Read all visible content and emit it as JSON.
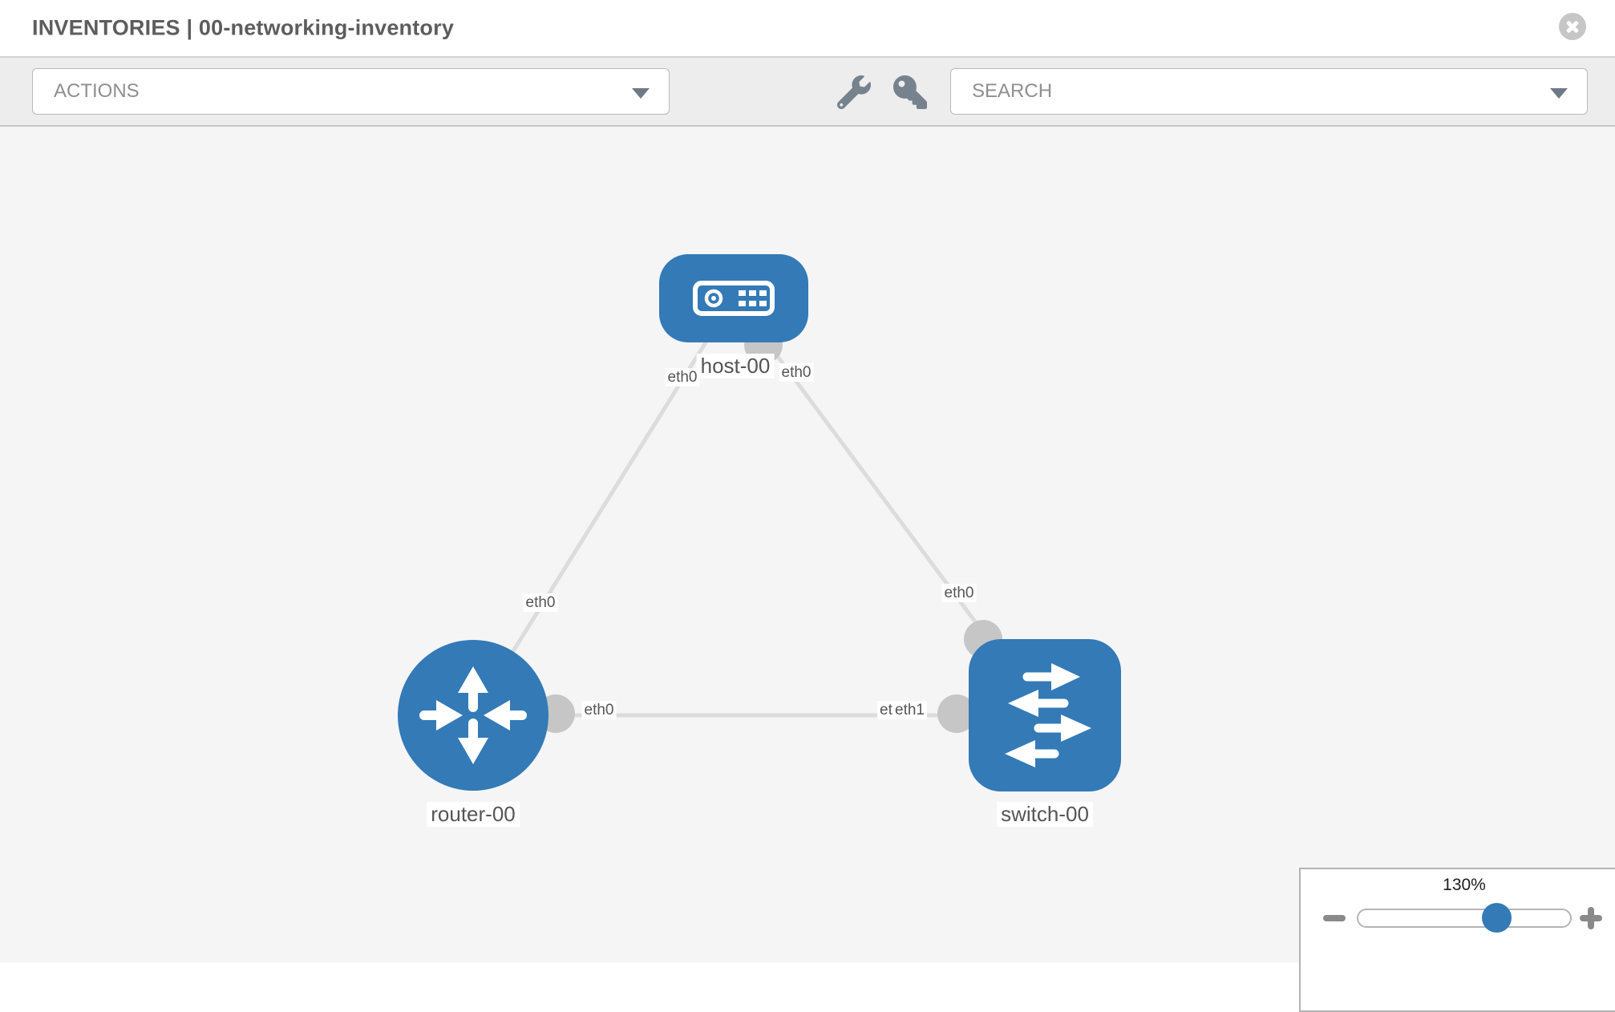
{
  "header": {
    "title": "INVENTORIES | 00-networking-inventory",
    "close_icon": "x-circle-icon"
  },
  "toolbar": {
    "actions_label": "ACTIONS",
    "search_placeholder": "SEARCH",
    "tool_icons": [
      "wrench-icon",
      "key-icon"
    ]
  },
  "topology": {
    "nodes": [
      {
        "id": "host-00",
        "type": "host",
        "label": "host-00"
      },
      {
        "id": "router-00",
        "type": "router",
        "label": "router-00"
      },
      {
        "id": "switch-00",
        "type": "switch",
        "label": "switch-00"
      }
    ],
    "links": [
      {
        "from": "host-00",
        "to": "router-00"
      },
      {
        "from": "host-00",
        "to": "switch-00"
      },
      {
        "from": "router-00",
        "to": "switch-00"
      }
    ],
    "interface_labels": [
      {
        "text": "eth0",
        "location": "host-00-left"
      },
      {
        "text": "eth0",
        "location": "host-00-right"
      },
      {
        "text": "eth0",
        "location": "router-00-top"
      },
      {
        "text": "eth0",
        "location": "switch-00-top"
      },
      {
        "text": "eth0",
        "location": "router-00-right"
      },
      {
        "text": "eth0",
        "location": "switch-00-left-behind"
      },
      {
        "text": "eth1",
        "location": "switch-00-left"
      }
    ]
  },
  "zoom_control": {
    "level": "130%"
  },
  "colors": {
    "node_blue": "#337ab7",
    "toolbar_icon_gray": "#76828e",
    "link_gray": "#dcdcdc",
    "interface_dot_gray": "#c6c6c6",
    "canvas_bg": "#f5f5f5",
    "toolbar_bg": "#ededed"
  }
}
